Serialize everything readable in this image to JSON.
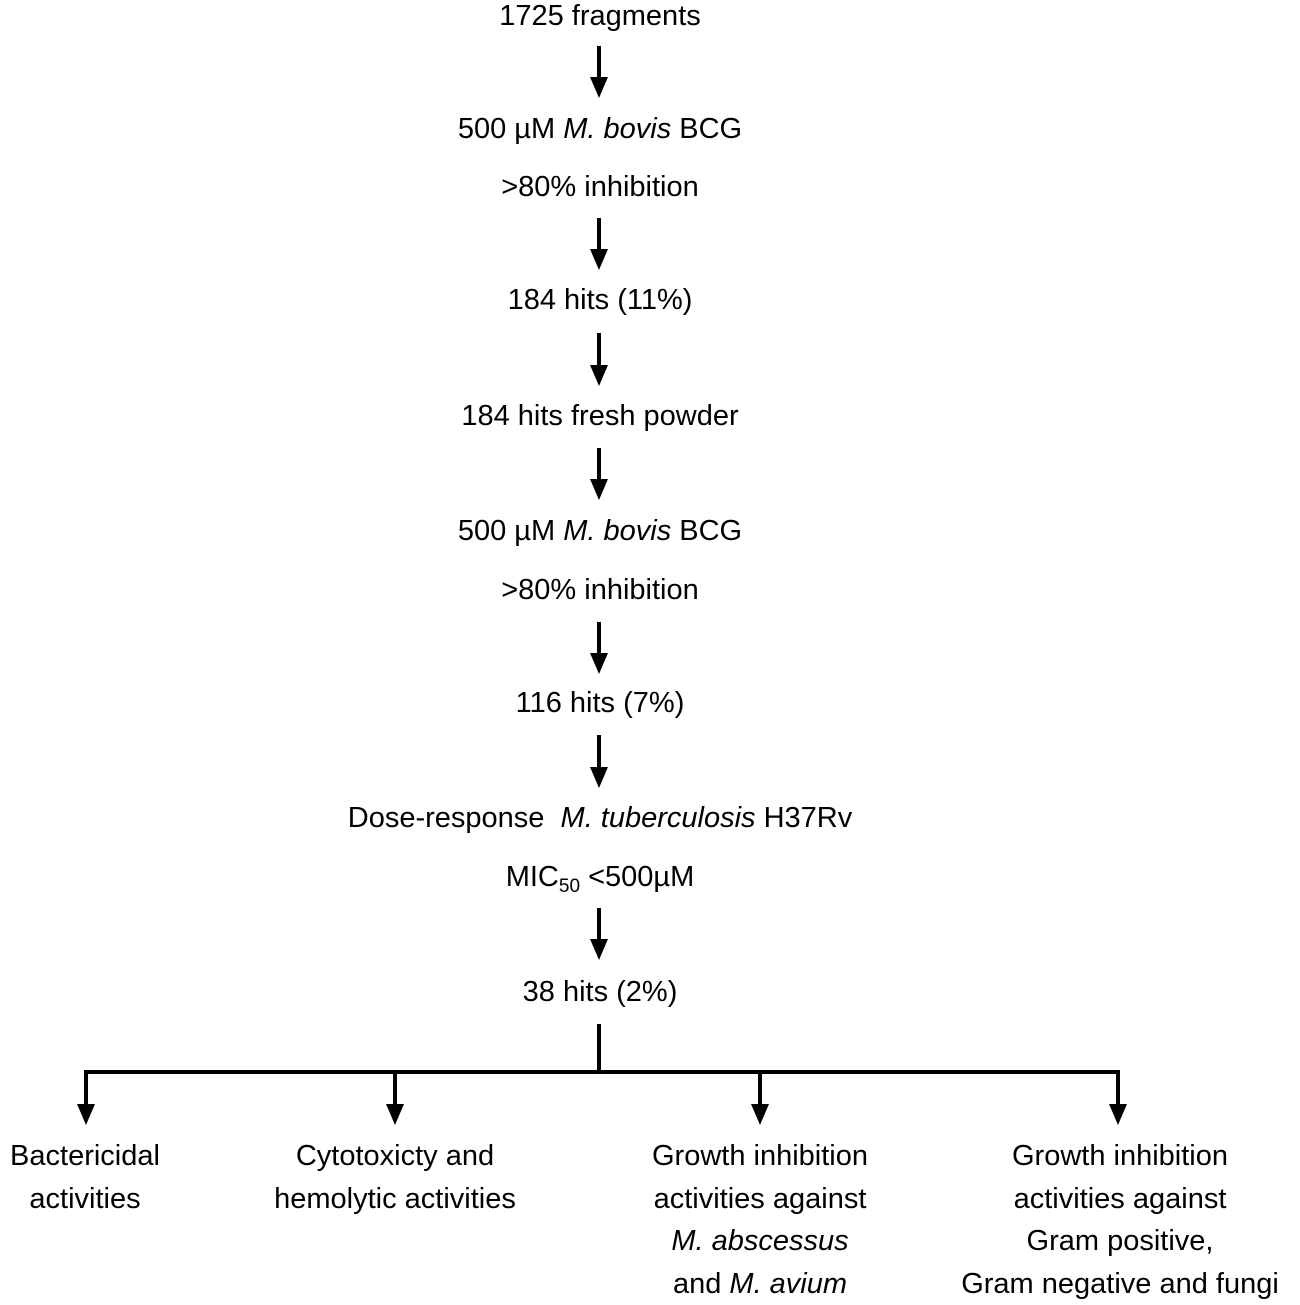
{
  "steps": {
    "s1": "1725 fragments",
    "s2_pre": "500 µM ",
    "s2_org": "M. bovis",
    "s2_post": " BCG",
    "s3": ">80% inhibition",
    "s4": "184 hits (11%)",
    "s5": "184 hits fresh powder",
    "s6_pre": "500 µM ",
    "s6_org": "M. bovis",
    "s6_post": " BCG",
    "s7": ">80% inhibition",
    "s8": "116 hits (7%)",
    "s9_pre": "Dose-response  ",
    "s9_org": "M. tuberculosis",
    "s9_post": " H37Rv",
    "s10_pre": "MIC",
    "s10_sub": "50",
    "s10_post": " <500µM",
    "s11": "38 hits (2%)"
  },
  "outcomes": {
    "o1_l1": "Bactericidal",
    "o1_l2": "activities",
    "o2_l1": "Cytotoxicty and",
    "o2_l2": "hemolytic activities",
    "o3_l1": "Growth inhibition",
    "o3_l2": "activities against",
    "o3_l3": "M. abscessus",
    "o3_l4_pre": "and ",
    "o3_l4_org": "M. avium",
    "o4_l1": "Growth inhibition",
    "o4_l2": "activities against",
    "o4_l3": "Gram positive,",
    "o4_l4": "Gram negative and fungi"
  },
  "colors": {
    "ink": "#000000",
    "background": "#ffffff"
  }
}
